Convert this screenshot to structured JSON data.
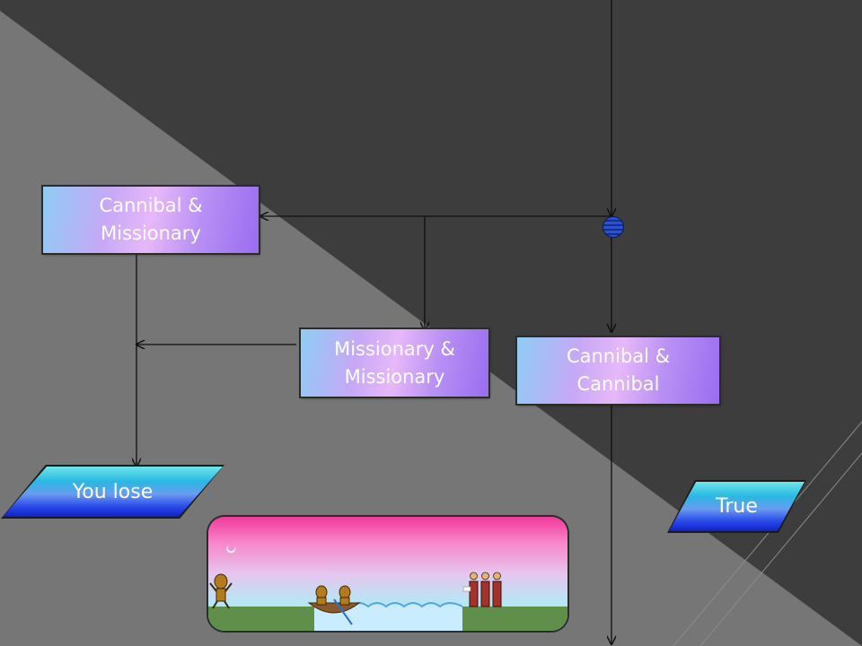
{
  "flowchart": {
    "nodes": {
      "cannibal_missionary": {
        "line1": "Cannibal &",
        "line2": "Missionary"
      },
      "missionary_missionary": {
        "line1": "Missionary &",
        "line2": "Missionary"
      },
      "cannibal_cannibal": {
        "line1": "Cannibal &",
        "line2": "Cannibal"
      },
      "you_lose": {
        "label": "You lose"
      },
      "true": {
        "label": "True"
      }
    },
    "connector": {
      "icon": "decision-connector-icon"
    },
    "scene": {
      "icon": "river-crossing-scene-icon"
    }
  },
  "colors": {
    "background": "#3a3a3a",
    "line": "#0f0f0f",
    "process_box_gradient": [
      "#8fcdf5",
      "#e7b8f9",
      "#9a6cf1"
    ],
    "io_shape_gradient": [
      "#6fe6ea",
      "#2a49e8",
      "#0e22c6"
    ]
  }
}
